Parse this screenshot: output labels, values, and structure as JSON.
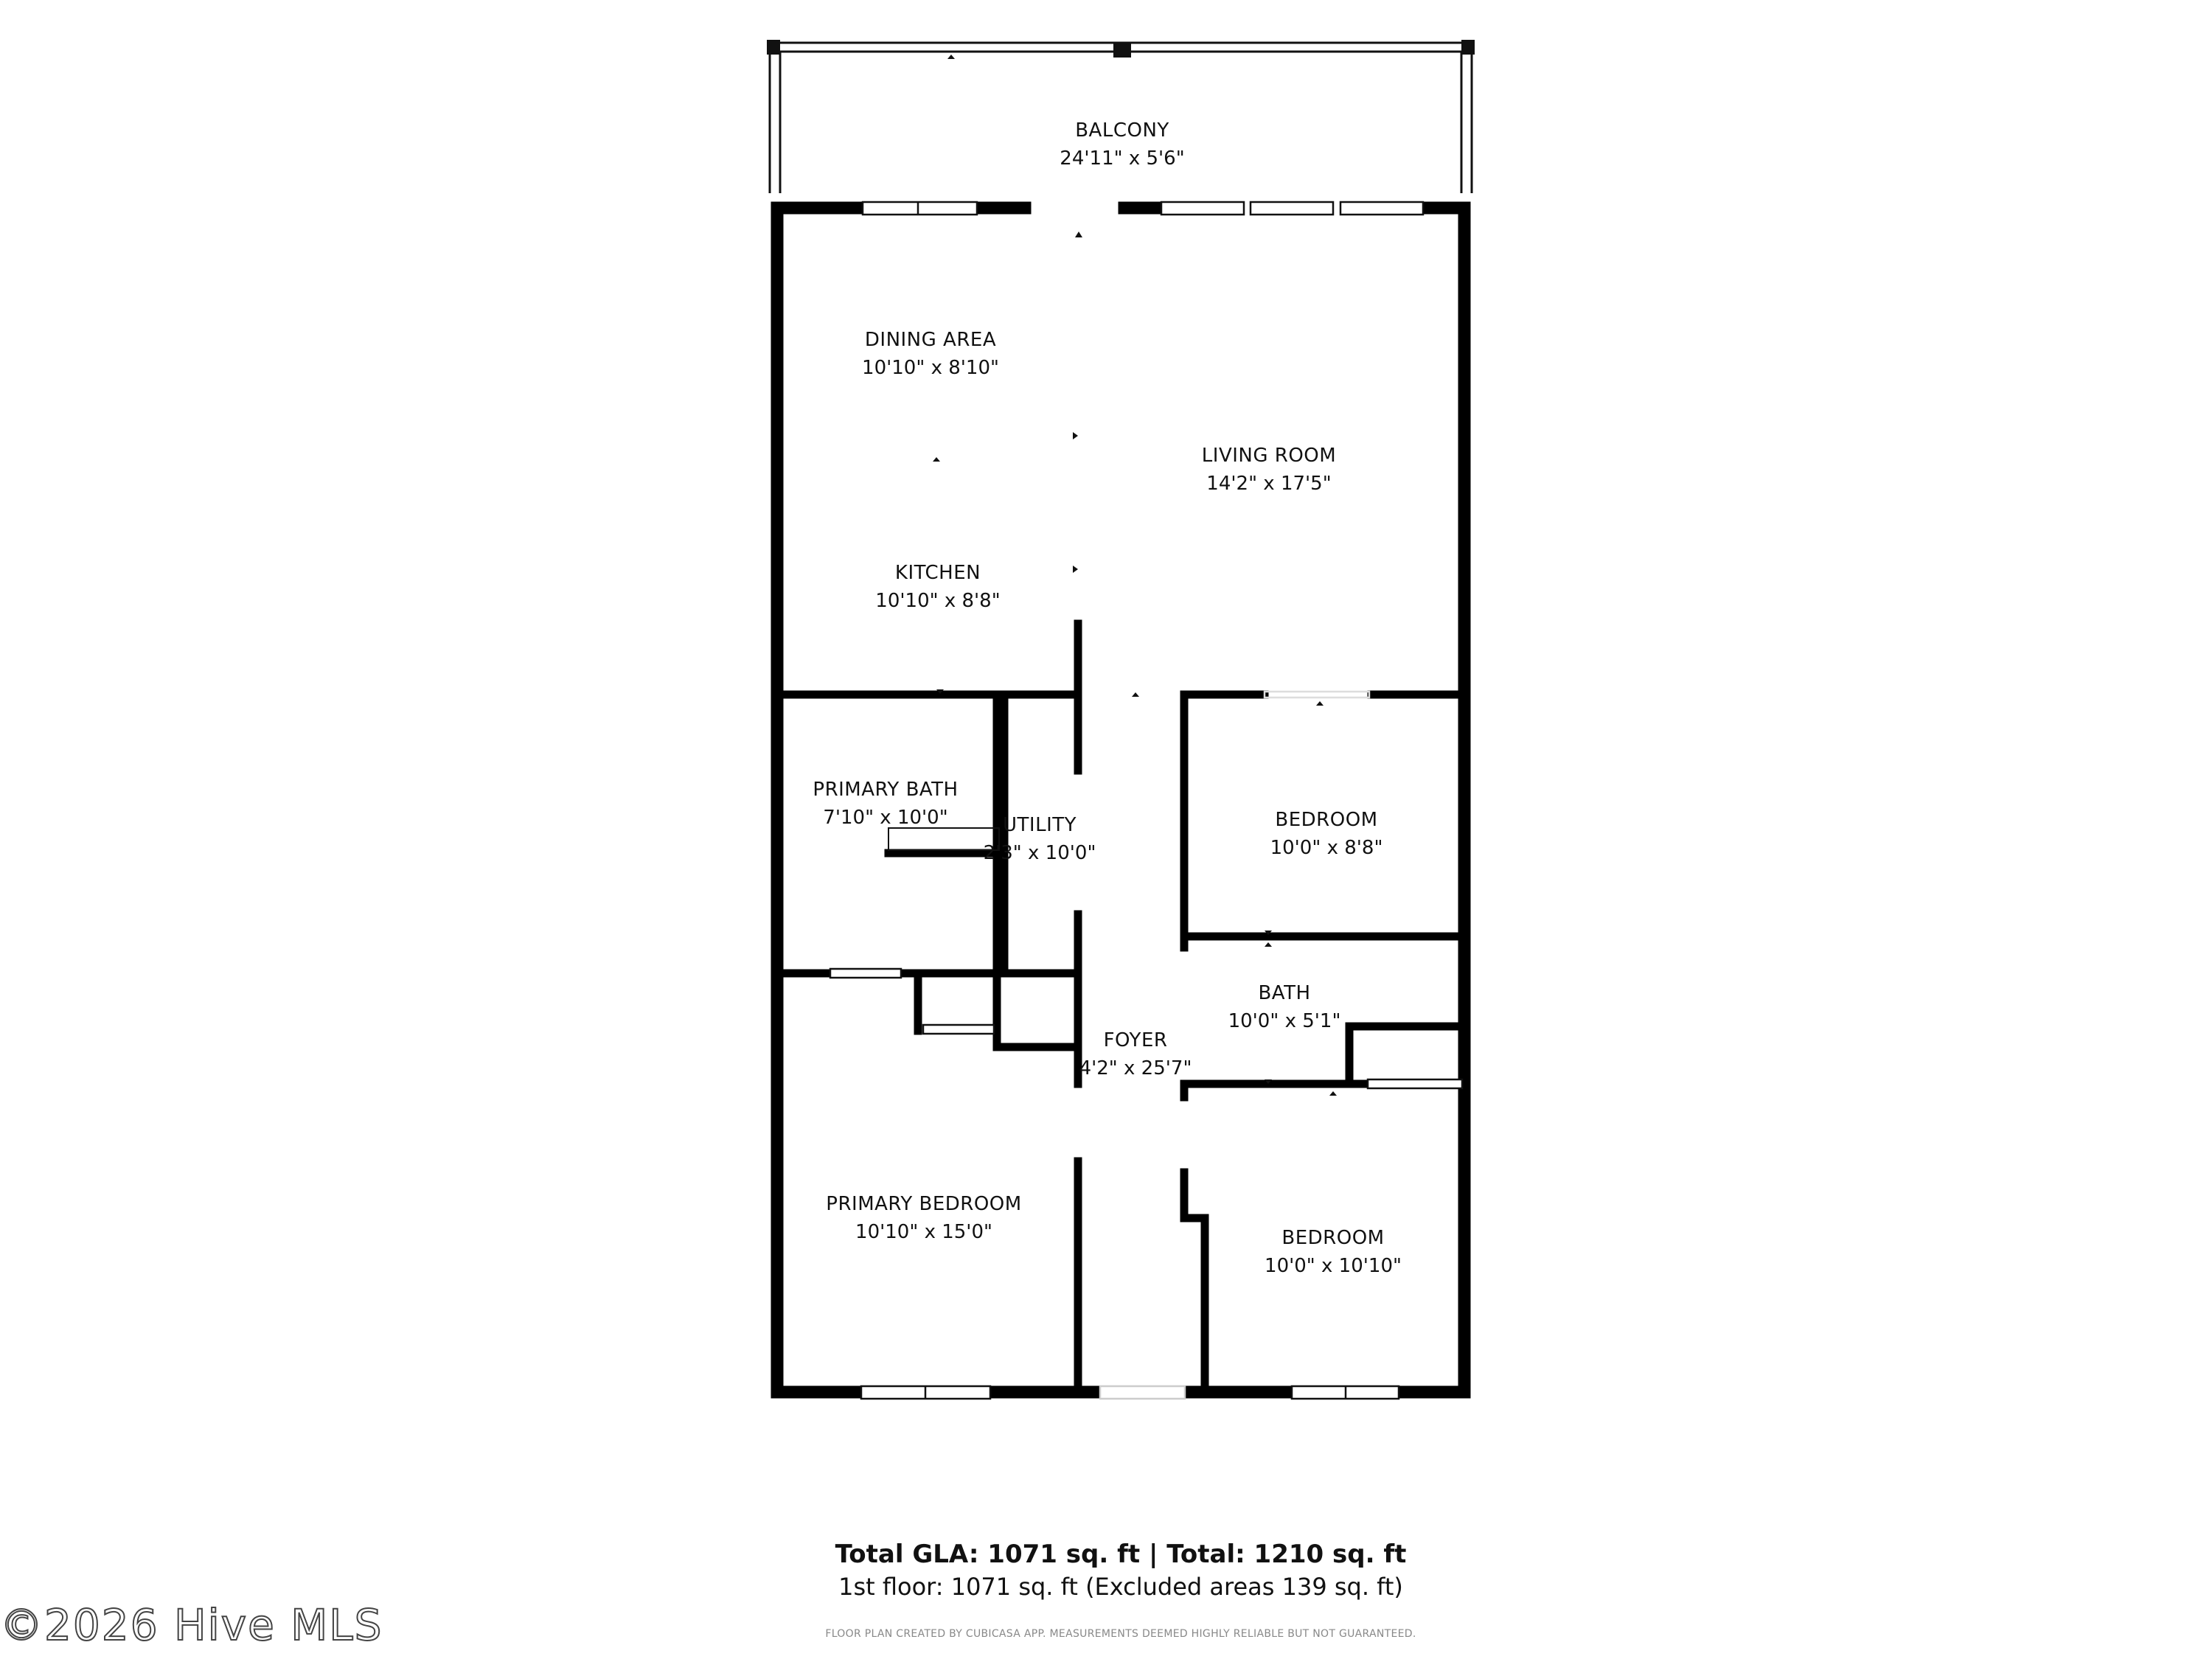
{
  "rooms": [
    {
      "id": "balcony",
      "name": "BALCONY",
      "dims": "24'11\" x 5'6\""
    },
    {
      "id": "dining",
      "name": "DINING AREA",
      "dims": "10'10\" x 8'10\""
    },
    {
      "id": "living",
      "name": "LIVING ROOM",
      "dims": "14'2\" x 17'5\""
    },
    {
      "id": "kitchen",
      "name": "KITCHEN",
      "dims": "10'10\" x 8'8\""
    },
    {
      "id": "primary_bath",
      "name": "PRIMARY BATH",
      "dims": "7'10\" x 10'0\""
    },
    {
      "id": "utility",
      "name": "UTILITY",
      "dims": "2'3\" x 10'0\""
    },
    {
      "id": "bedroom1",
      "name": "BEDROOM",
      "dims": "10'0\" x 8'8\""
    },
    {
      "id": "bath",
      "name": "BATH",
      "dims": "10'0\" x 5'1\""
    },
    {
      "id": "foyer",
      "name": "FOYER",
      "dims": "4'2\" x 25'7\""
    },
    {
      "id": "primary_bedroom",
      "name": "PRIMARY BEDROOM",
      "dims": "10'10\" x 15'0\""
    },
    {
      "id": "bedroom2",
      "name": "BEDROOM",
      "dims": "10'0\" x 10'10\""
    }
  ],
  "summary": {
    "total_line": "Total GLA: 1071 sq. ft | Total: 1210 sq. ft",
    "floor_line": "1st floor: 1071 sq. ft (Excluded areas 139 sq. ft)"
  },
  "disclaimer": "FLOOR PLAN CREATED BY CUBICASA APP. MEASUREMENTS DEEMED HIGHLY RELIABLE BUT NOT GUARANTEED.",
  "watermark": "©2026 Hive MLS"
}
